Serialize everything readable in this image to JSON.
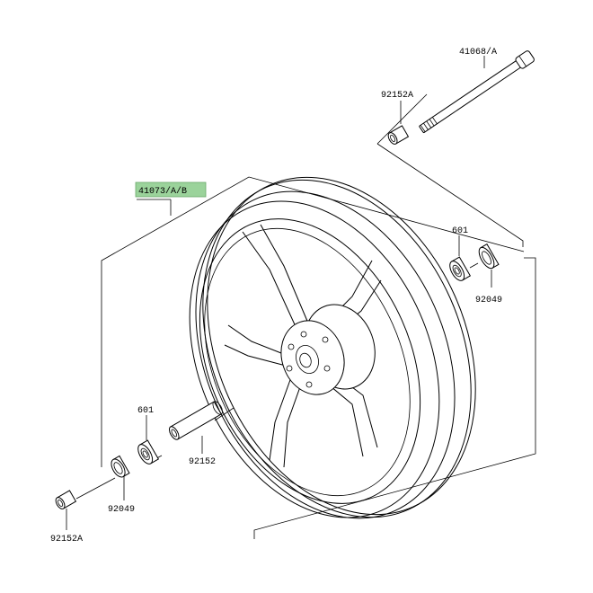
{
  "diagram": {
    "highlight_color": "#9bd39b",
    "labels": {
      "wheel": "41073/A/B",
      "axle": "41068/A",
      "collar_top": "92152A",
      "bearing_right": "601",
      "seal_right": "92049",
      "bearing_left": "601",
      "spacer": "92152",
      "seal_left": "92049",
      "collar_bottom": "92152A"
    }
  }
}
